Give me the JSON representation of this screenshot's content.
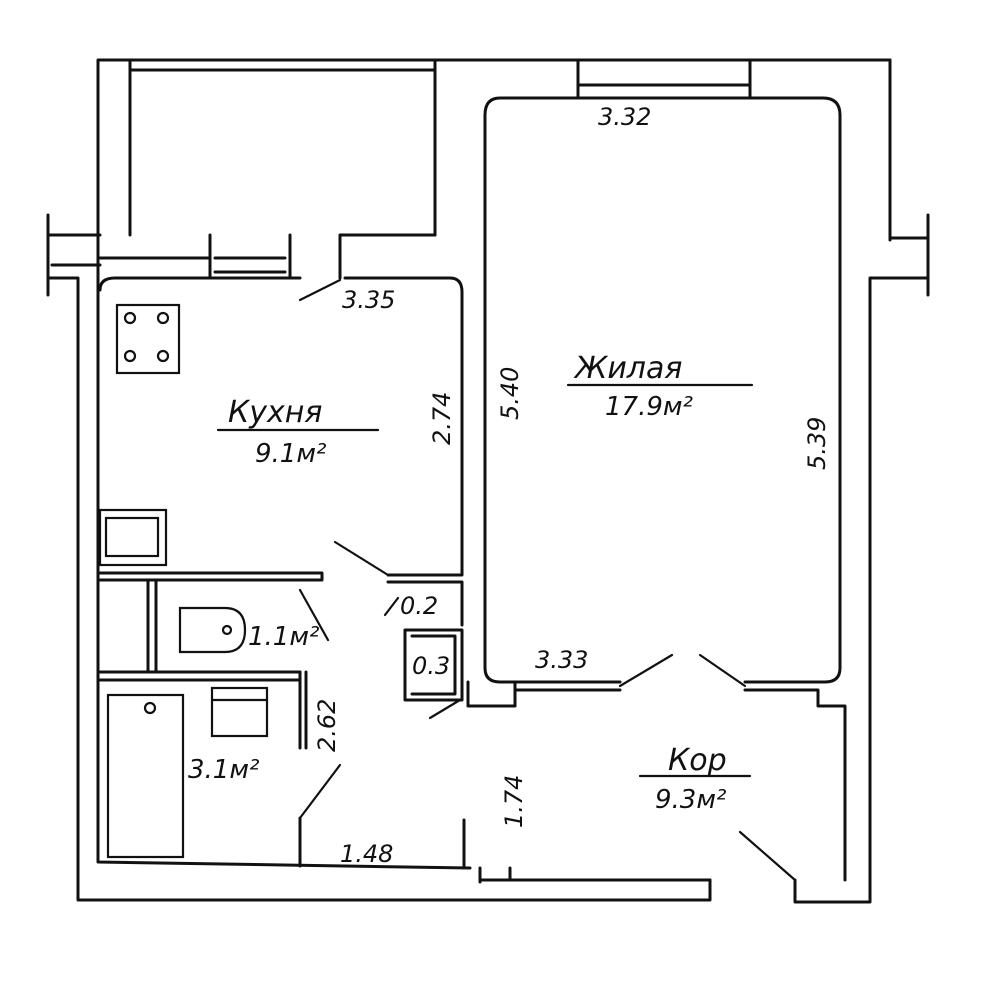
{
  "rooms": {
    "kitchen": {
      "name": "Кухня",
      "area": "9.1м²"
    },
    "living": {
      "name": "Жилая",
      "area": "17.9м²"
    },
    "corridor": {
      "name": "Кор",
      "area": "9.3м²"
    },
    "wc": {
      "area": "1.1м²"
    },
    "bath": {
      "area": "3.1м²"
    }
  },
  "dimensions": {
    "kitchen_width": "3.35",
    "kitchen_depth": "2.74",
    "living_top": "3.32",
    "living_left": "5.40",
    "living_right": "5.39",
    "living_bottom": "3.33",
    "niche_a": "0.2",
    "niche_b": "0.3",
    "bath_height": "2.62",
    "hall_width": "1.48",
    "hall_height": "1.74"
  }
}
